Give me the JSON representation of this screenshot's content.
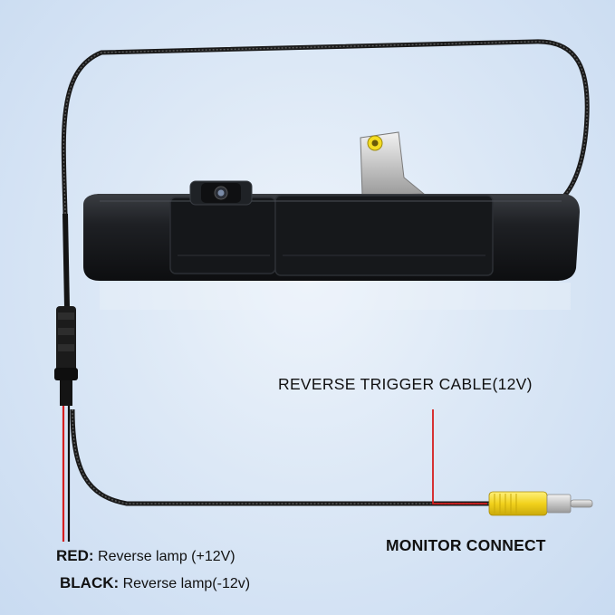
{
  "labels": {
    "reverse_trigger": "REVERSE TRIGGER CABLE(12V)",
    "monitor_connect": "MONITOR CONNECT",
    "red_key": "RED:",
    "red_text": " Reverse lamp (+12V)",
    "black_key": "BLACK:",
    "black_text": " Reverse lamp(-12v)"
  },
  "colors": {
    "background": "#d6e4f4",
    "cable": "#1a1a1a",
    "handle": "#1b1d20",
    "red_wire": "#d61f1f",
    "rca_plug": "#f2d21c",
    "bracket": "#a9a9a9"
  },
  "icons": {
    "camera": "backup-camera-icon",
    "connector": "rca-connector-icon"
  }
}
